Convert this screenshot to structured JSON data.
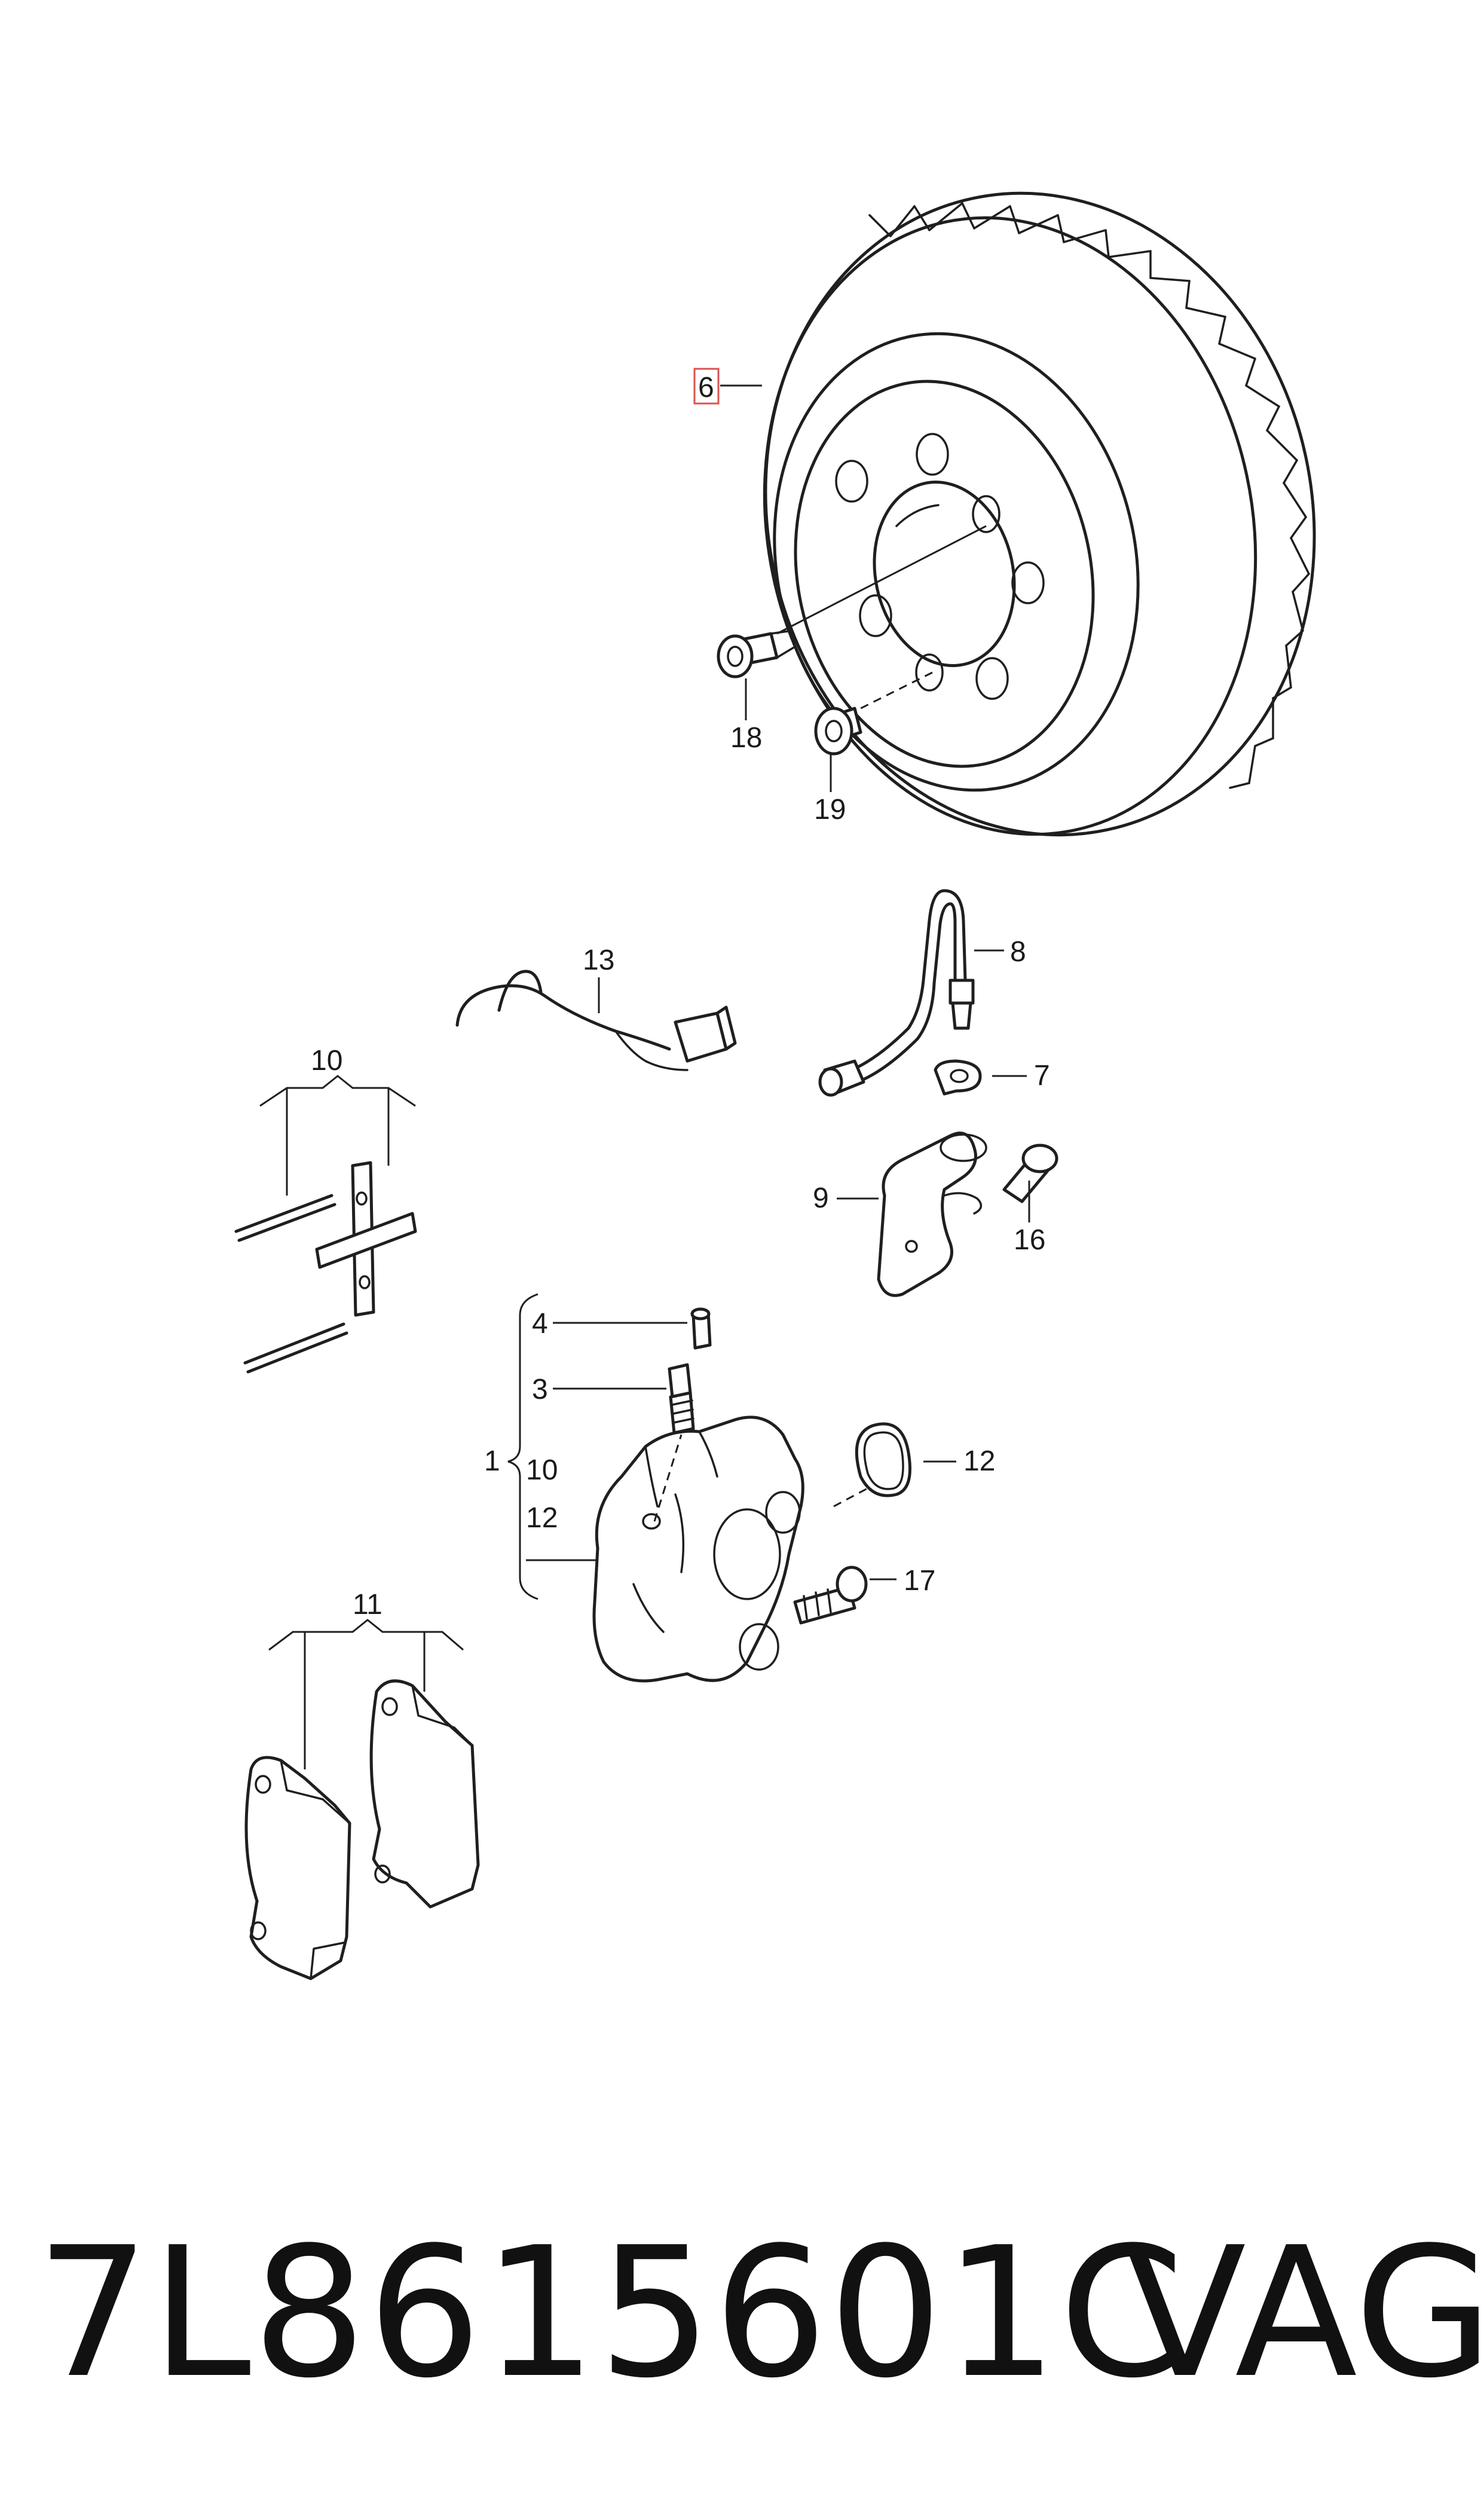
{
  "callouts": {
    "c1": "1",
    "c3": "3",
    "c4": "4",
    "c6": "6",
    "c7": "7",
    "c8": "8",
    "c9": "9",
    "c10a": "10",
    "c10b": "10",
    "c11": "11",
    "c12a": "12",
    "c12b": "12",
    "c13": "13",
    "c16": "16",
    "c17": "17",
    "c18": "18",
    "c19": "19"
  },
  "footer": {
    "part_number": "7L8615601C",
    "brand": "VAG"
  },
  "highlight": {
    "callout": "6",
    "color": "#d9534f"
  }
}
